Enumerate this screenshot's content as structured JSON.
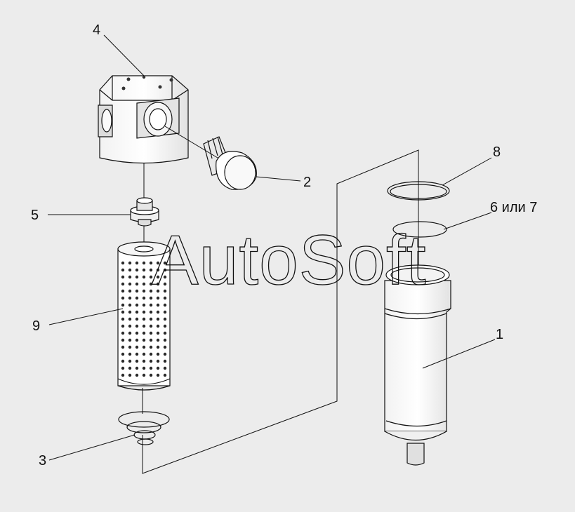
{
  "diagram": {
    "callouts": [
      {
        "id": "housing-head",
        "label": "4"
      },
      {
        "id": "valve-cap",
        "label": "2"
      },
      {
        "id": "fitting",
        "label": "5"
      },
      {
        "id": "filter-element",
        "label": "9"
      },
      {
        "id": "spring",
        "label": "3"
      },
      {
        "id": "ring-large",
        "label": "8"
      },
      {
        "id": "ring-small",
        "label": "6 или 7"
      },
      {
        "id": "bowl",
        "label": "1"
      }
    ],
    "watermark": "AutoSoft"
  }
}
